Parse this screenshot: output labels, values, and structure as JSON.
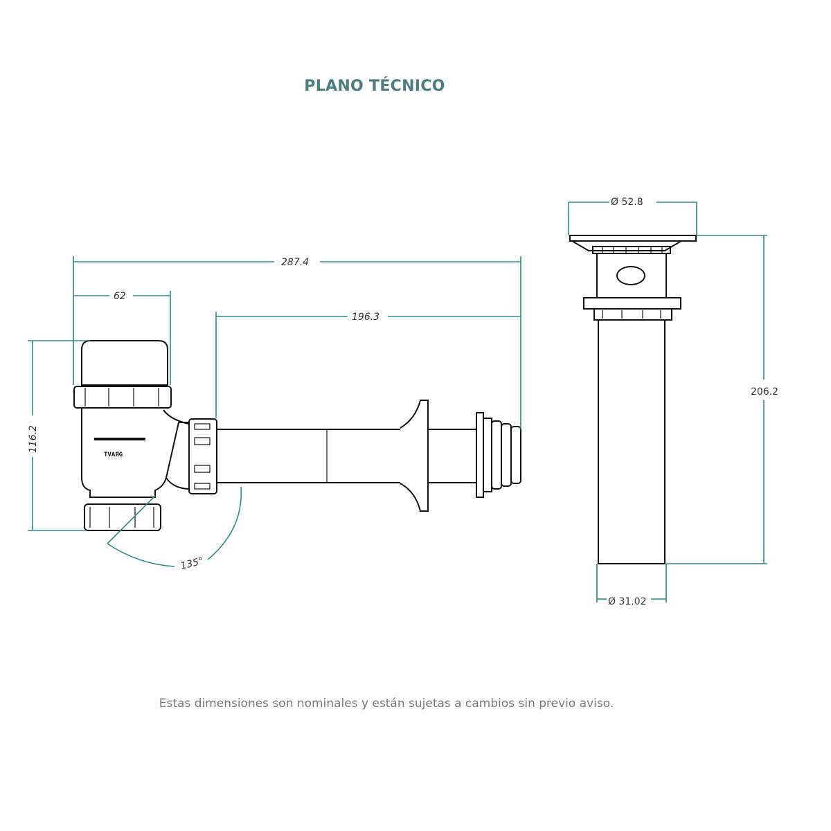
{
  "title": "PLANO TÉCNICO",
  "footnote": "Estas dimensiones son nominales y están sujetas a cambios sin previo aviso.",
  "trap": {
    "brand_line1": "",
    "brand_line2": "TVAЯG",
    "dimensions": {
      "total_length": "287.4",
      "nut_width": "62",
      "pipe_length": "196.3",
      "height": "116.2",
      "angle": "135°"
    }
  },
  "drain": {
    "dimensions": {
      "top_diameter": "Ø 52.8",
      "height": "206.2",
      "bottom_diameter": "Ø 31.02"
    }
  },
  "colors": {
    "title": "#4a7c80",
    "dimension_lines": "#2e8b86",
    "outline": "#111111",
    "footnote": "#7a7a7a"
  }
}
